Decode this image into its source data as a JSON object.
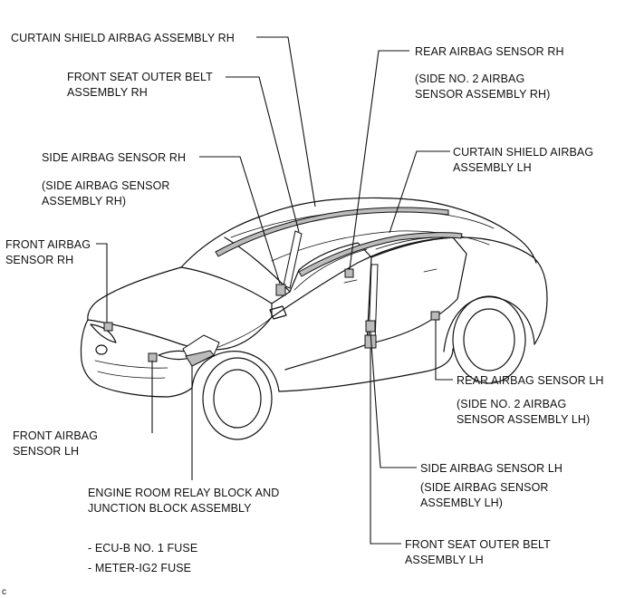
{
  "labels": {
    "curtain_rh": "CURTAIN SHIELD AIRBAG ASSEMBLY RH",
    "front_belt_rh_1": "FRONT SEAT OUTER BELT",
    "front_belt_rh_2": "ASSEMBLY RH",
    "side_sensor_rh": "SIDE AIRBAG SENSOR RH",
    "side_sensor_rh_sub1": "(SIDE AIRBAG SENSOR",
    "side_sensor_rh_sub2": "ASSEMBLY RH)",
    "front_sensor_rh_1": "FRONT AIRBAG",
    "front_sensor_rh_2": "SENSOR  RH",
    "front_sensor_lh_1": "FRONT AIRBAG",
    "front_sensor_lh_2": "SENSOR  LH",
    "relay_block_1": "ENGINE ROOM RELAY BLOCK AND",
    "relay_block_2": "JUNCTION BLOCK ASSEMBLY",
    "fuse_1": "- ECU-B NO. 1 FUSE",
    "fuse_2": "- METER-IG2 FUSE",
    "rear_sensor_rh": "REAR AIRBAG SENSOR RH",
    "rear_sensor_rh_sub1": "(SIDE NO. 2 AIRBAG",
    "rear_sensor_rh_sub2": "SENSOR ASSEMBLY RH)",
    "curtain_lh_1": "CURTAIN SHIELD AIRBAG",
    "curtain_lh_2": "ASSEMBLY  LH",
    "rear_sensor_lh": "REAR AIRBAG SENSOR LH",
    "rear_sensor_lh_sub1": "(SIDE NO. 2 AIRBAG",
    "rear_sensor_lh_sub2": "SENSOR ASSEMBLY LH)",
    "side_sensor_lh": "SIDE AIRBAG SENSOR  LH",
    "side_sensor_lh_sub1": "(SIDE AIRBAG SENSOR",
    "side_sensor_lh_sub2": "ASSEMBLY LH)",
    "front_belt_lh_1": "FRONT SEAT OUTER BELT",
    "front_belt_lh_2": "ASSEMBLY  LH",
    "corner_code": "c"
  }
}
